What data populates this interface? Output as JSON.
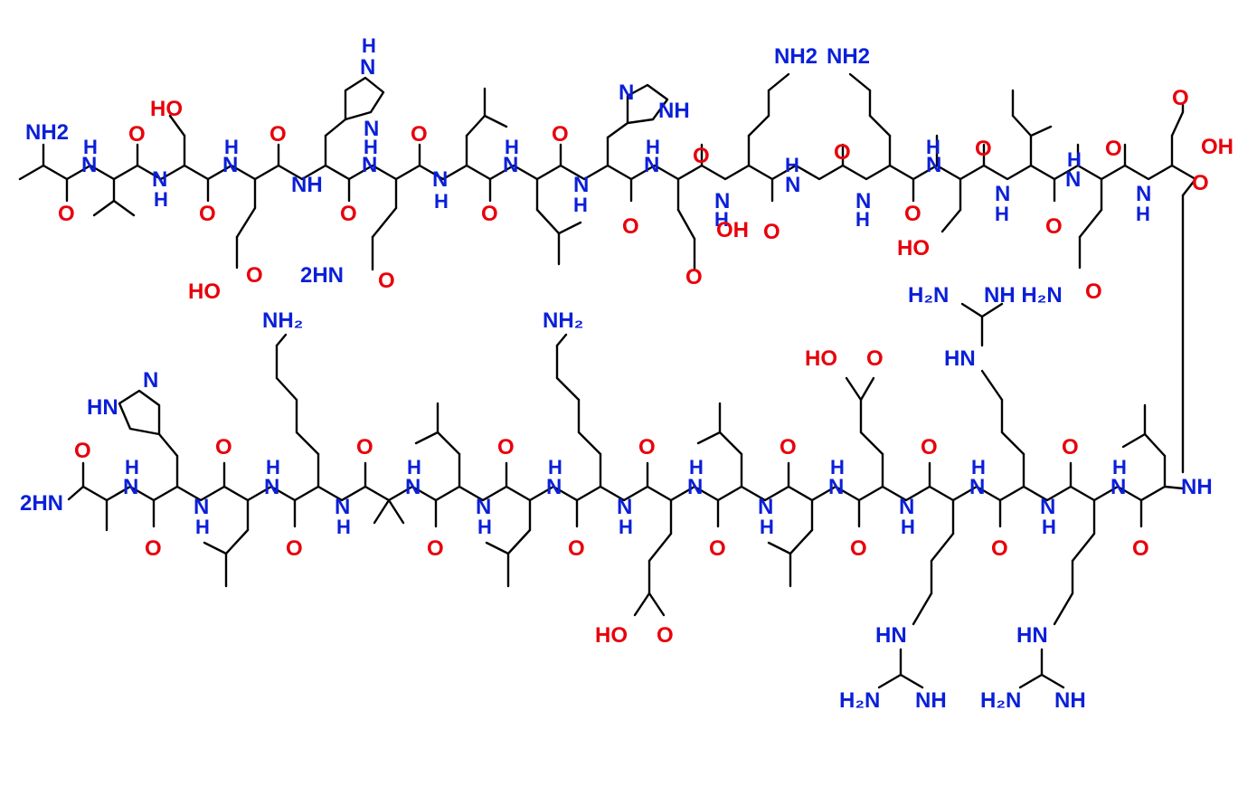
{
  "colors": {
    "bond": "#000000",
    "oxygen": "#e8000b",
    "nitrogen": "#0a1fd9",
    "background": "#ffffff"
  },
  "labels": {
    "nh2": "NH2",
    "nh2_sub": "NH₂",
    "h2n_sub": "H₂N",
    "hn": "HN",
    "nh": "NH",
    "n": "N",
    "h": "H",
    "o": "O",
    "ho": "HO",
    "oh": "OH",
    "amide_left": "2HN",
    "cooh_right": "OH",
    "nh_h2n": "NH H₂N"
  }
}
